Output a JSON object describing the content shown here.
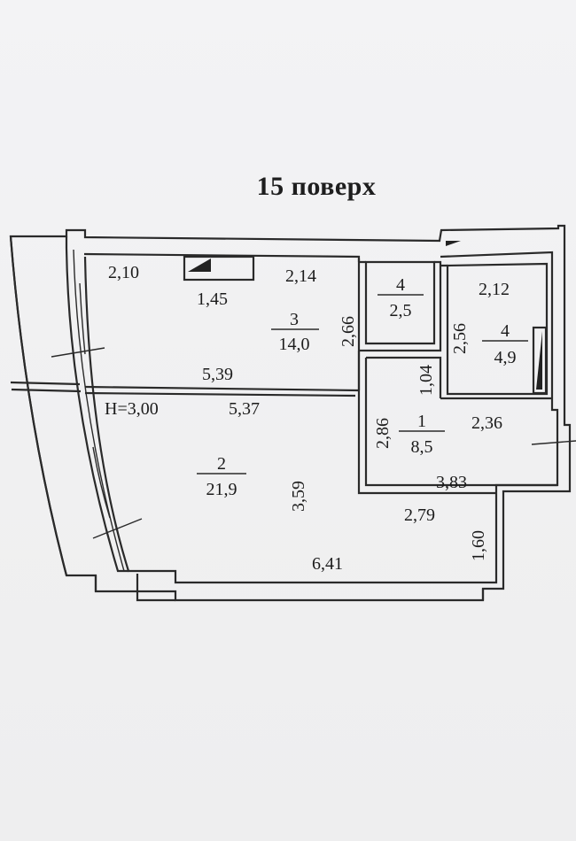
{
  "title": "15 поверх",
  "ceiling_height": "H=3,00",
  "rooms": [
    {
      "id": "1",
      "area": "8,5"
    },
    {
      "id": "2",
      "area": "21,9"
    },
    {
      "id": "3",
      "area": "14,0"
    },
    {
      "id": "4",
      "area": "2,5"
    },
    {
      "id": "4",
      "area": "4,9"
    }
  ],
  "dimensions": {
    "d_2_10": "2,10",
    "d_1_45": "1,45",
    "d_2_14": "2,14",
    "d_2_66": "2,66",
    "d_5_39": "5,39",
    "d_5_37": "5,37",
    "d_2_12": "2,12",
    "d_2_56": "2,56",
    "d_1_04": "1,04",
    "d_2_36": "2,36",
    "d_2_86": "2,86",
    "d_3_83": "3,83",
    "d_3_59": "3,59",
    "d_2_79": "2,79",
    "d_1_60": "1,60",
    "d_6_41": "6,41"
  }
}
